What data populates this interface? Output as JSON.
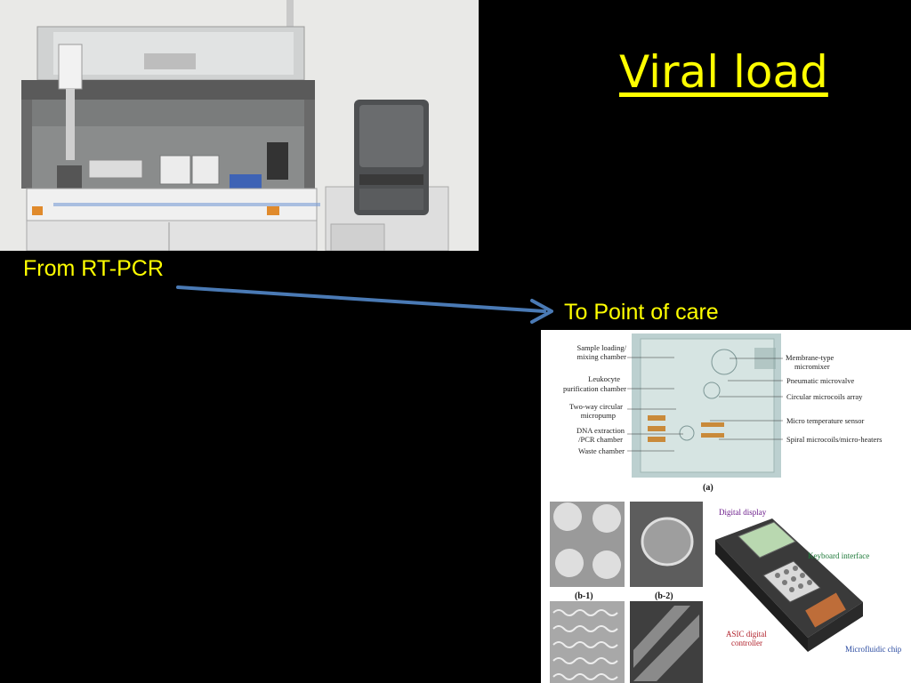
{
  "slide": {
    "title": "Viral load",
    "from_label": "From RT-PCR",
    "to_label": "To Point of care"
  },
  "rtpcr_image": {
    "kind": "photo of automated RT-PCR workstation and thermal cycler"
  },
  "poc_figure": {
    "left_labels": [
      "Sample loading/",
      "mixing chamber",
      "Leukocyte",
      "purification chamber",
      "Two-way circular",
      "micropump",
      "DNA extraction",
      "/PCR chamber",
      "Waste chamber"
    ],
    "right_labels": [
      "Membrane-type",
      "micromixer",
      "Pneumatic microvalve",
      "Circular microcoils array",
      "Micro temperature sensor",
      "Spiral microcoils/micro-heaters"
    ],
    "caption_a": "(a)",
    "caption_b1": "(b-1)",
    "caption_b2": "(b-2)",
    "device_labels": {
      "digital_display": "Digital display",
      "keyboard_interface": "Keyboard interface",
      "asic_line1": "ASIC digital",
      "asic_line2": "controller",
      "microfluidic_chip": "Microfluidic chip"
    }
  },
  "colors": {
    "title": "#ffff00",
    "labels": "#ffff00",
    "arrow": "#4a7ab5",
    "background": "#000000"
  }
}
